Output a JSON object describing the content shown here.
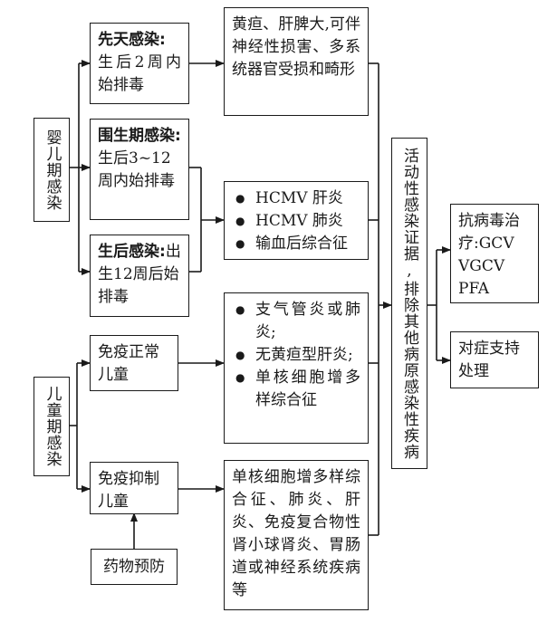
{
  "infant": {
    "label": "婴儿期感染",
    "congenital": {
      "title": "先天感染:",
      "desc": "生后2周内始排毒"
    },
    "perinatal": {
      "title": "围生期感染:",
      "desc": "生后3~12周内始排毒"
    },
    "postnatal": {
      "title": "生后感染:",
      "desc": "出生12周后始排毒"
    },
    "congenital_outcome": "黄疸、肝脾大,可伴神经性损害、多系统器官受损和畸形",
    "perinatal_outcomes": [
      "HCMV 肝炎",
      "HCMV 肺炎",
      "输血后综合征"
    ]
  },
  "child": {
    "label": "儿童期感染",
    "normal": "免疫正常儿童",
    "normal_outcomes": [
      "支气管炎或肺炎;",
      "无黄疸型肝炎;",
      "单核细胞增多样综合征"
    ],
    "suppressed": "免疫抑制儿童",
    "drug": "药物预防",
    "suppressed_outcome": "单核细胞增多样综合征、肺炎、肝炎、免疫复合物性肾小球肾炎、胃肠道或神经系统疾病等"
  },
  "evidence": "活动性感染证据,排除其他病原感染性疾病",
  "treatment": {
    "antiviral": [
      "抗病毒治疗:GCV",
      "VGCV",
      "PFA"
    ],
    "supportive": "对症支持处理"
  }
}
